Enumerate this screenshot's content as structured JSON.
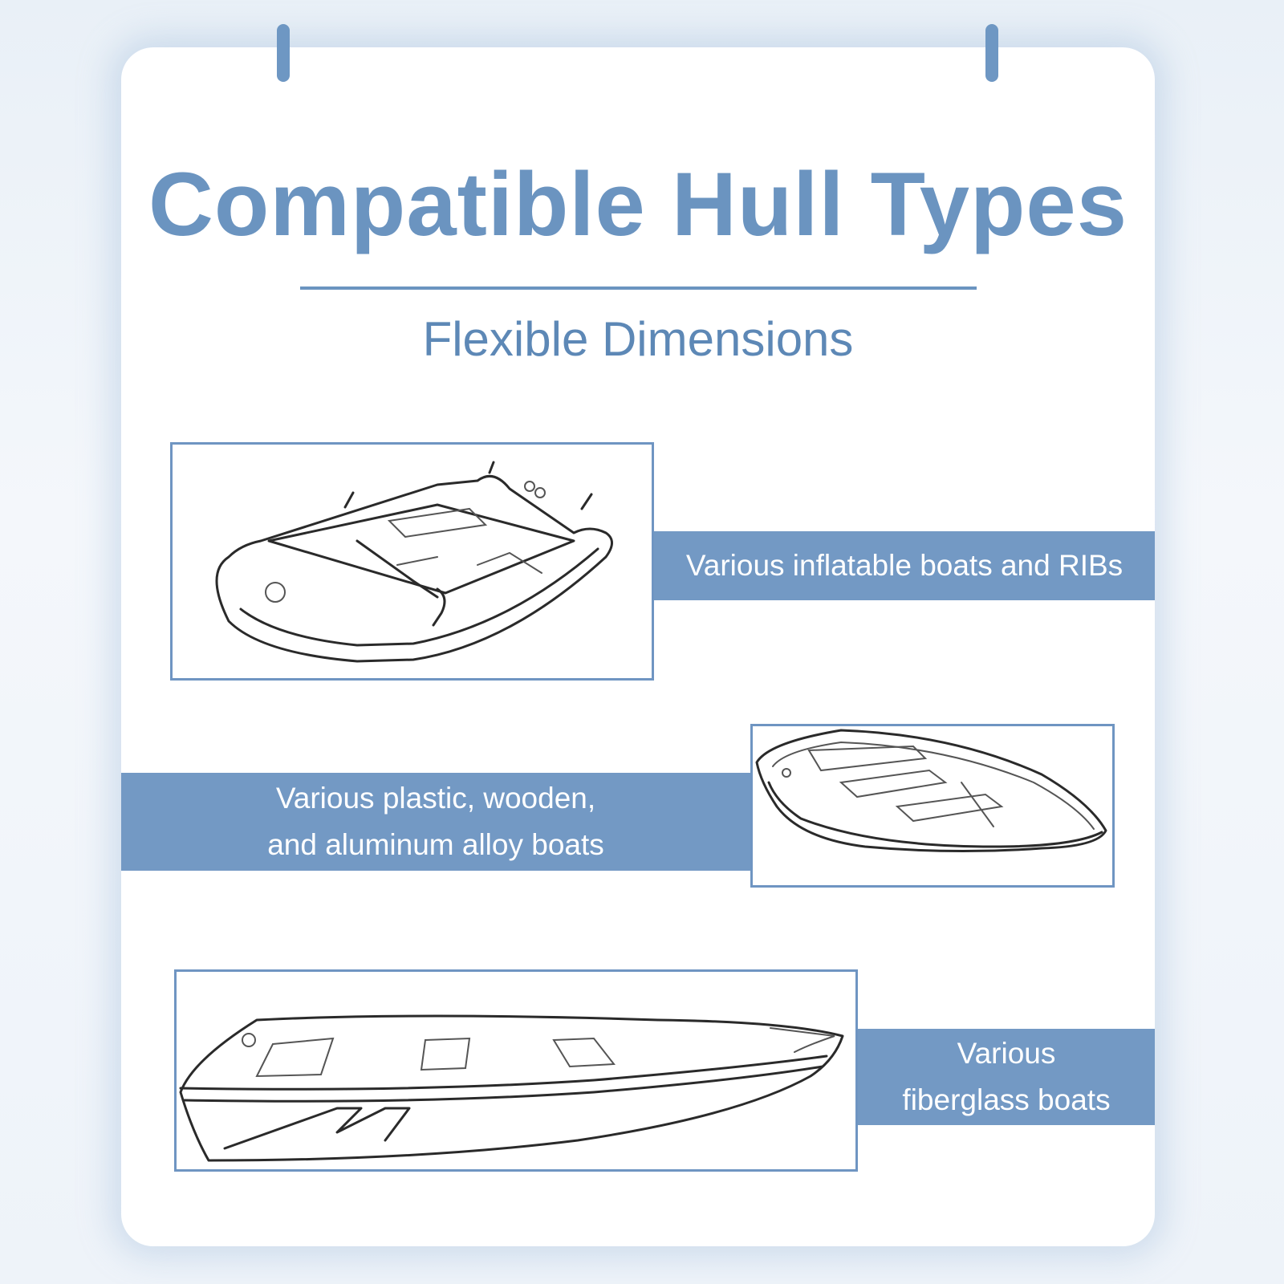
{
  "header": {
    "title": "Compatible Hull Types",
    "subtitle": "Flexible Dimensions"
  },
  "hull_types": [
    {
      "label_lines": [
        "Various inflatable boats and RIBs"
      ],
      "icon": "inflatable-boat-sketch"
    },
    {
      "label_lines": [
        "Various plastic, wooden,",
        "and aluminum alloy boats"
      ],
      "icon": "rowboat-sketch"
    },
    {
      "label_lines": [
        "Various",
        "fiberglass boats"
      ],
      "icon": "fiberglass-boat-sketch"
    }
  ],
  "colors": {
    "accent": "#6b94c0",
    "band": "#7399c4",
    "card": "#ffffff"
  }
}
